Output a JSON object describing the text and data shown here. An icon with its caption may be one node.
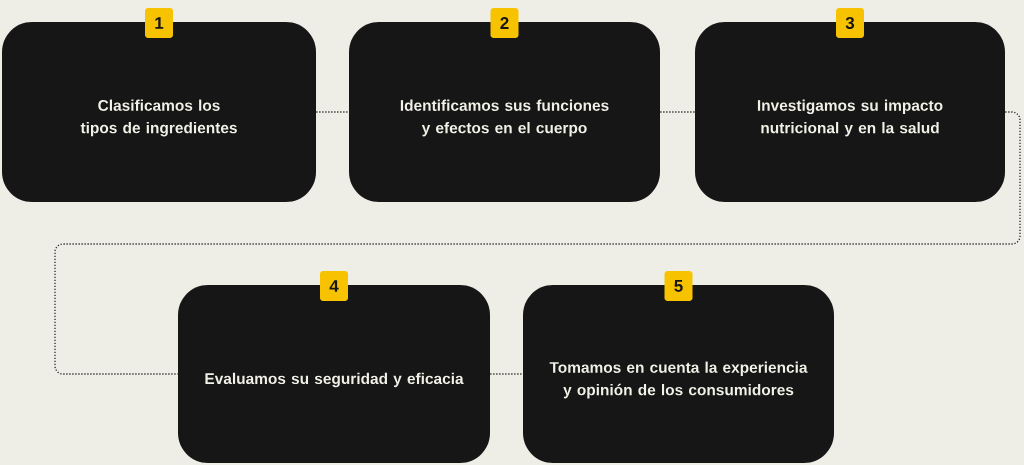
{
  "diagram": {
    "nodes": [
      {
        "text": [
          "1",
          "Clasificamos los tipos de ingredientes"
        ]
      },
      {
        "text": [
          "2",
          "Identificamos sus funciones y efectos en el cuerpo"
        ]
      },
      {
        "text": [
          "3",
          "Investigamos su impacto nutricional y en la salud"
        ]
      },
      {
        "text": [
          "4",
          "Evaluamos su seguridad y eficacia"
        ]
      },
      {
        "text": [
          "5",
          "Tomamos en cuenta la experiencia y opinión de los consumidores"
        ]
      }
    ],
    "edges": [
      {
        "from": 0,
        "to": 1,
        "arrow": "none"
      },
      {
        "from": 1,
        "to": 2,
        "arrow": "none"
      },
      {
        "from": 2,
        "to": 3,
        "arrow": "none"
      },
      {
        "from": 3,
        "to": 4,
        "arrow": "none"
      }
    ]
  }
}
